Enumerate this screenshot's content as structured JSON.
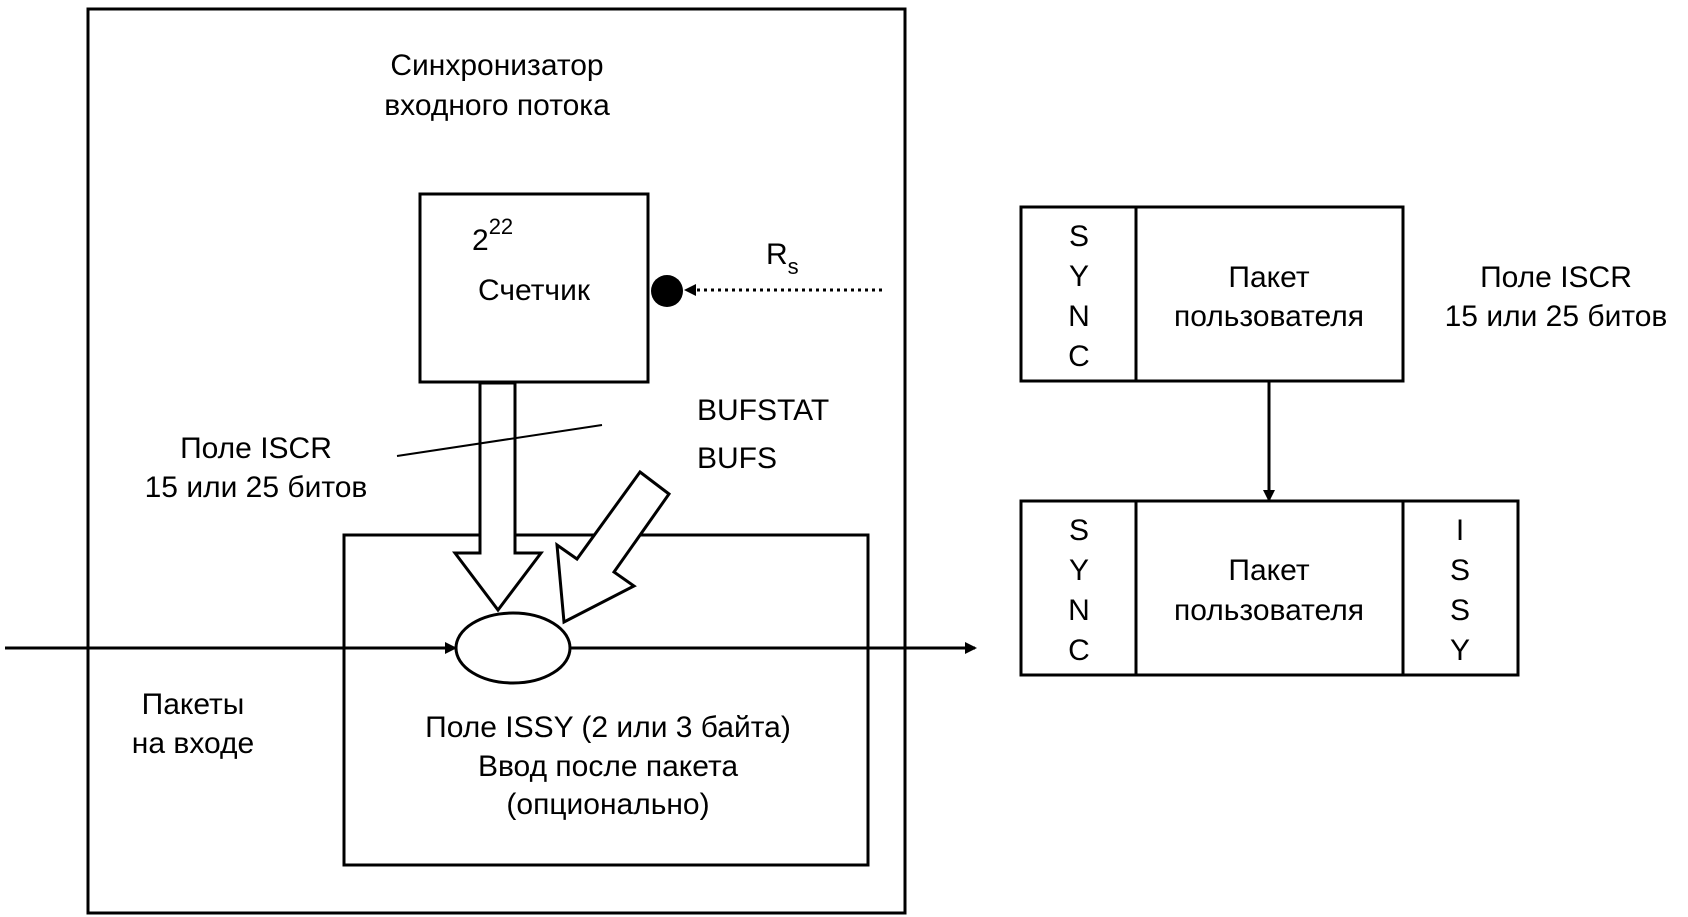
{
  "synchronizer": {
    "title_line1": "Синхронизатор",
    "title_line2": "входного потока"
  },
  "counter": {
    "base": "2",
    "exponent": "22",
    "label": "Счетчик"
  },
  "clock": {
    "symbol": "R",
    "subscript": "s"
  },
  "iscr_left": {
    "line1": "Поле ISCR",
    "line2": "15 или 25 битов"
  },
  "bufstat": {
    "line1": "BUFSTAT",
    "line2": "BUFS"
  },
  "input_packets": {
    "line1": "Пакеты",
    "line2": "на входе"
  },
  "issy_box": {
    "line1": "Поле ISSY (2 или 3 байта)",
    "line2": "Ввод после пакета",
    "line3": "(опционально)"
  },
  "top_packet": {
    "sync_letters": [
      "S",
      "Y",
      "N",
      "C"
    ],
    "payload_line1": "Пакет",
    "payload_line2": "пользователя"
  },
  "iscr_right": {
    "line1": "Поле ISCR",
    "line2": "15 или 25 битов"
  },
  "bottom_packet": {
    "sync_letters": [
      "S",
      "Y",
      "N",
      "C"
    ],
    "payload_line1": "Пакет",
    "payload_line2": "пользователя",
    "issy_letters": [
      "I",
      "S",
      "S",
      "Y"
    ]
  }
}
